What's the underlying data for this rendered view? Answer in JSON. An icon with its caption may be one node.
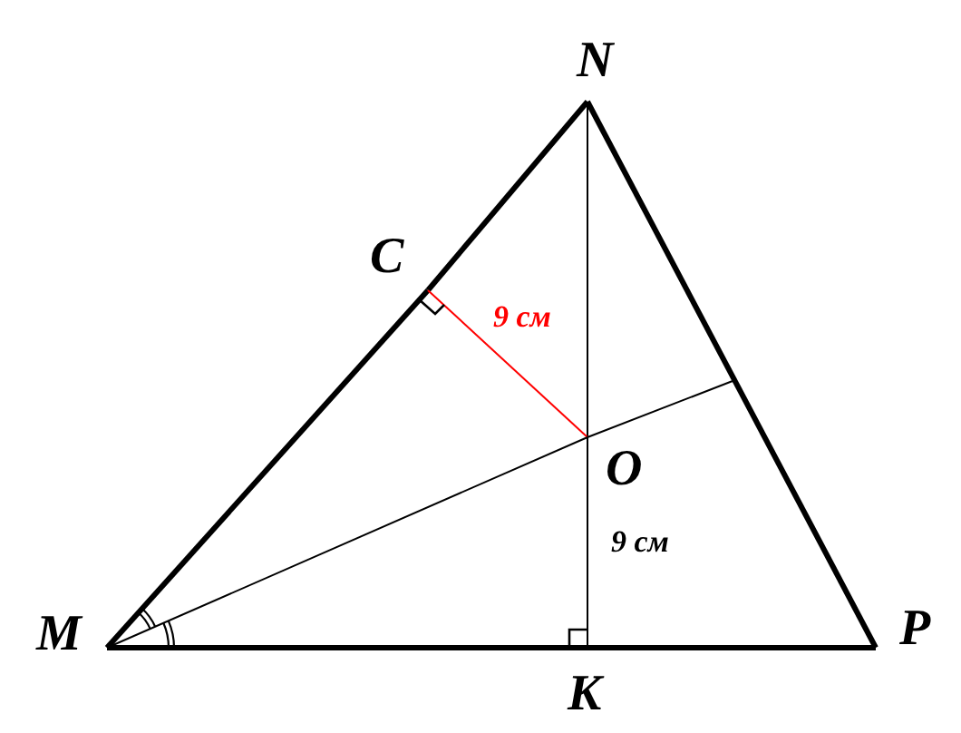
{
  "diagram": {
    "nodes": [
      {
        "text": [
          "N"
        ]
      },
      {
        "text": [
          "C"
        ]
      },
      {
        "text": [
          "O"
        ]
      },
      {
        "text": [
          "M"
        ]
      },
      {
        "text": [
          "P"
        ]
      },
      {
        "text": [
          "K"
        ]
      }
    ],
    "edges": [
      {
        "from": 3,
        "to": 1,
        "arrow": "none",
        "style": "thick"
      },
      {
        "from": 1,
        "to": 0,
        "arrow": "none",
        "style": "thick"
      },
      {
        "from": 0,
        "to": 4,
        "arrow": "none",
        "style": "thick"
      },
      {
        "from": 3,
        "to": 5,
        "arrow": "none",
        "style": "thick"
      },
      {
        "from": 5,
        "to": 4,
        "arrow": "none",
        "style": "thick"
      },
      {
        "from": 0,
        "to": 2,
        "arrow": "none"
      },
      {
        "from": 2,
        "to": 5,
        "arrow": "none",
        "label": "9 см"
      },
      {
        "from": 1,
        "to": 2,
        "arrow": "none",
        "label": "9 см",
        "color": "#ff0000"
      },
      {
        "from": 3,
        "to": 2,
        "arrow": "none"
      },
      {
        "from": 2,
        "to": null,
        "arrow": "none"
      }
    ]
  }
}
